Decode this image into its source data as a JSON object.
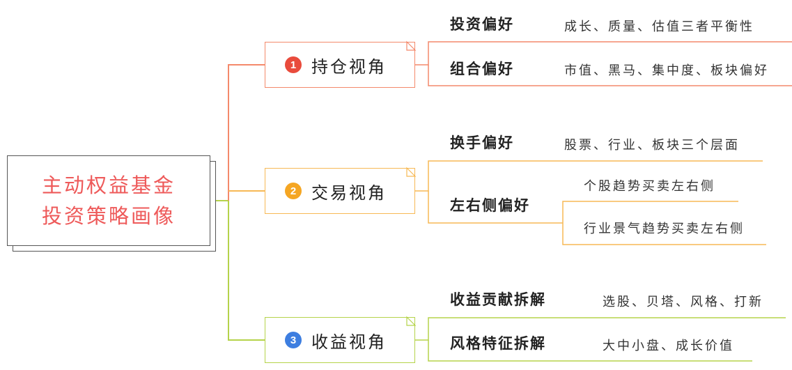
{
  "root": {
    "line1": "主动权益基金",
    "line2": "投资策略画像"
  },
  "categories": [
    {
      "number": "1",
      "label": "持仓视角",
      "color": "#f4896b",
      "badge_color": "#e94b3c",
      "subs": [
        {
          "label": "投资偏好",
          "details": [
            "成长、质量、估值三者平衡性"
          ]
        },
        {
          "label": "组合偏好",
          "details": [
            "市值、黑马、集中度、板块偏好"
          ]
        }
      ]
    },
    {
      "number": "2",
      "label": "交易视角",
      "color": "#f7b955",
      "badge_color": "#f5a623",
      "subs": [
        {
          "label": "换手偏好",
          "details": [
            "股票、行业、板块三个层面"
          ]
        },
        {
          "label": "左右侧偏好",
          "details": [
            "个股趋势买卖左右侧",
            "行业景气趋势买卖左右侧"
          ]
        }
      ]
    },
    {
      "number": "3",
      "label": "收益视角",
      "color": "#b5d34a",
      "badge_color": "#3d7ee0",
      "subs": [
        {
          "label": "收益贡献拆解",
          "details": [
            "选股、贝塔、风格、打新"
          ]
        },
        {
          "label": "风格特征拆解",
          "details": [
            "大中小盘、成长价值"
          ]
        }
      ]
    }
  ]
}
